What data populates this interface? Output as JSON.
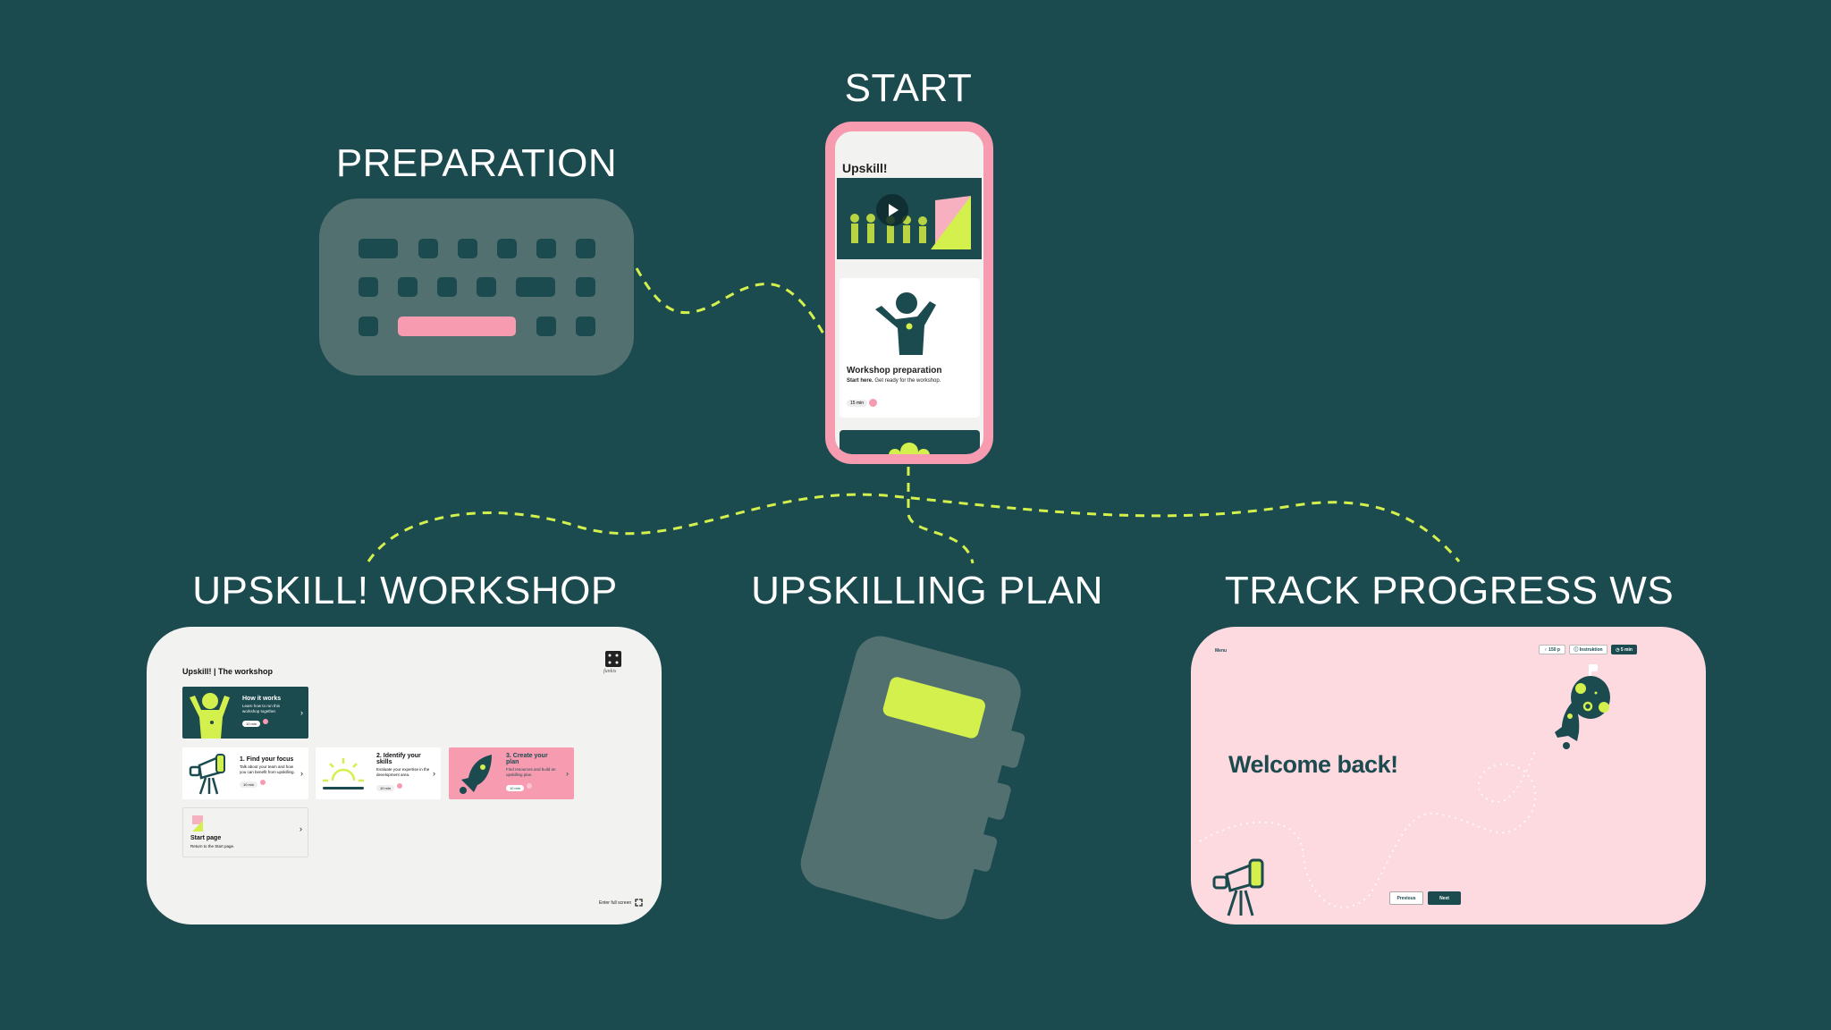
{
  "labels": {
    "start": "START",
    "preparation": "PREPARATION",
    "workshop": "UPSKILL! WORKSHOP",
    "plan": "UPSKILLING PLAN",
    "track": "TRACK PROGRESS WS"
  },
  "colors": {
    "background": "#1b4a4f",
    "accent_lime": "#d4f04c",
    "accent_pink": "#f79bb0",
    "light_pink": "#fdd9e0",
    "card_gray": "#f2f2f0",
    "muted_teal": "#537070"
  },
  "phone": {
    "title": "Upskill!",
    "card_title": "Workshop preparation",
    "card_desc_bold": "Start here.",
    "card_desc": "Get ready for the workshop.",
    "duration": "15 min"
  },
  "workshop": {
    "title": "Upskill! | The workshop",
    "logo": "funkis",
    "how": {
      "title": "How it works",
      "desc": "Learn how to run this workshop together.",
      "duration": "10 min"
    },
    "steps": [
      {
        "title": "1. Find your focus",
        "desc": "Talk about your team and how you can benefit from upskilling.",
        "duration": "10 min"
      },
      {
        "title": "2. Identify your skills",
        "desc": "Evaluate your expertise in the development area.",
        "duration": "10 min"
      },
      {
        "title": "3. Create your plan",
        "desc": "Find resources and build an upskilling plan.",
        "duration": "10 min"
      }
    ],
    "start": {
      "title": "Start page",
      "desc": "Return to the Start page."
    },
    "fullscreen": "Enter full screen"
  },
  "track": {
    "menu": "Menu",
    "points": "150 p",
    "instruction": "Instruktion",
    "time": "5 min",
    "heading": "Welcome back!",
    "previous": "Previous",
    "next": "Next"
  }
}
